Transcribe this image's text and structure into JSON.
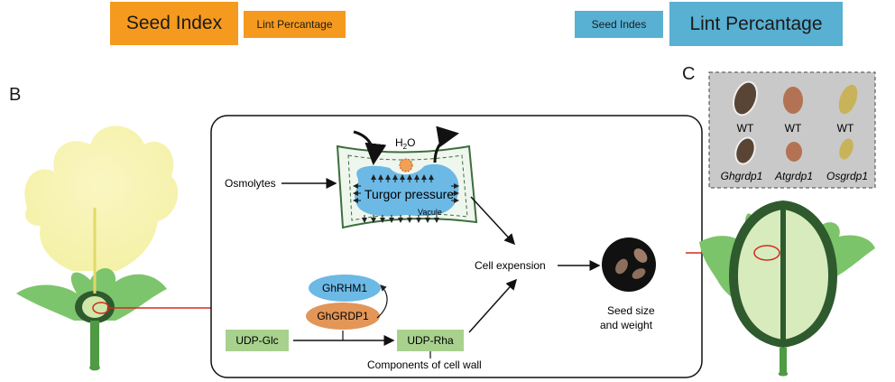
{
  "legend": {
    "seed_index": "Seed Index",
    "lint_perc_small": "Lint Percantage",
    "seed_indes": "Seed Indes",
    "lint_perc_big": "Lint Percantage"
  },
  "panels": {
    "b": "B",
    "c": "C"
  },
  "diagram": {
    "h2o": "H",
    "h2o_sub": "2",
    "h2o_o": "O",
    "osmolytes": "Osmolytes",
    "turgor": "Turgor pressure",
    "vacule": "Vacule",
    "cell_expension": "Cell expension",
    "seed_size": "Seed size",
    "and_weight": "and weight",
    "ghrhm1": "GhRHM1",
    "ghgrdp1": "GhGRDP1",
    "udp_glc": "UDP-Glc",
    "udp_rha": "UDP-Rha",
    "components": "Components of cell wall"
  },
  "seeds_inset": {
    "wt1": "WT",
    "wt2": "WT",
    "wt3": "WT",
    "m1": "Ghgrdp1",
    "m2": "Atgrdp1",
    "m3": "Osgrdp1"
  },
  "colors": {
    "orange": "#f59a1f",
    "blue": "#58b0d2",
    "green_box": "#a9d18e",
    "cell_blue": "#6cb9e6"
  }
}
